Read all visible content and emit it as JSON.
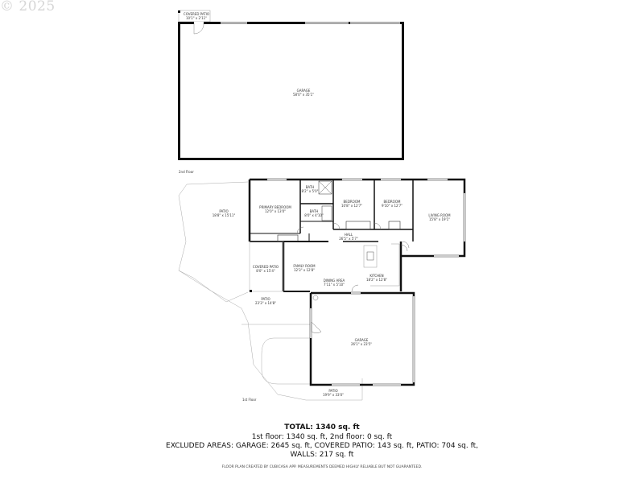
{
  "watermark": "© 2025",
  "floors": {
    "second": {
      "label": "2nd Floor",
      "rooms": [
        {
          "name": "COVERED PATIO",
          "dims": "10'1\" x 2'11\""
        },
        {
          "name": "GARAGE",
          "dims": "58'0\" x 35'1\""
        }
      ]
    },
    "first": {
      "label": "1st Floor",
      "rooms": [
        {
          "name": "PATIO",
          "dims": "18'8\" x 15'11\""
        },
        {
          "name": "PRIMARY BEDROOM",
          "dims": "12'0\" x 13'0\""
        },
        {
          "name": "BATH",
          "dims": "8'2\" x 5'0\""
        },
        {
          "name": "BATH",
          "dims": "8'0\" x 4'10\""
        },
        {
          "name": "BEDROOM",
          "dims": "10'8\" x 12'7\""
        },
        {
          "name": "BEDROOM",
          "dims": "9'10\" x 12'7\""
        },
        {
          "name": "LIVING ROOM",
          "dims": "15'8\" x 19'1\""
        },
        {
          "name": "HALL",
          "dims": "26'5\" x 5'7\""
        },
        {
          "name": "COVERED PATIO",
          "dims": "8'0\" x 15'4\""
        },
        {
          "name": "FAMILY ROOM",
          "dims": "12'3\" x 12'8\""
        },
        {
          "name": "DINING AREA",
          "dims": "7'11\" x 5'10\""
        },
        {
          "name": "KITCHEN",
          "dims": "18'2\" x 12'8\""
        },
        {
          "name": "PATIO",
          "dims": "23'3\" x 14'8\""
        },
        {
          "name": "GARAGE",
          "dims": "26'1\" x 23'5\""
        },
        {
          "name": "PATIO",
          "dims": "19'9\" x 33'0\""
        }
      ]
    }
  },
  "summary": {
    "total": "TOTAL: 1340 sq. ft",
    "floors_line": "1st floor: 1340 sq. ft, 2nd floor: 0 sq. ft",
    "excluded_line": "EXCLUDED AREAS: GARAGE: 2645 sq. ft, COVERED PATIO: 143 sq. ft, PATIO: 704 sq. ft,",
    "walls_line": "WALLS: 217 sq. ft",
    "disclaimer": "FLOOR PLAN CREATED BY CUBICASA APP. MEASUREMENTS DEEMED HIGHLY RELIABLE BUT NOT GUARANTEED."
  }
}
